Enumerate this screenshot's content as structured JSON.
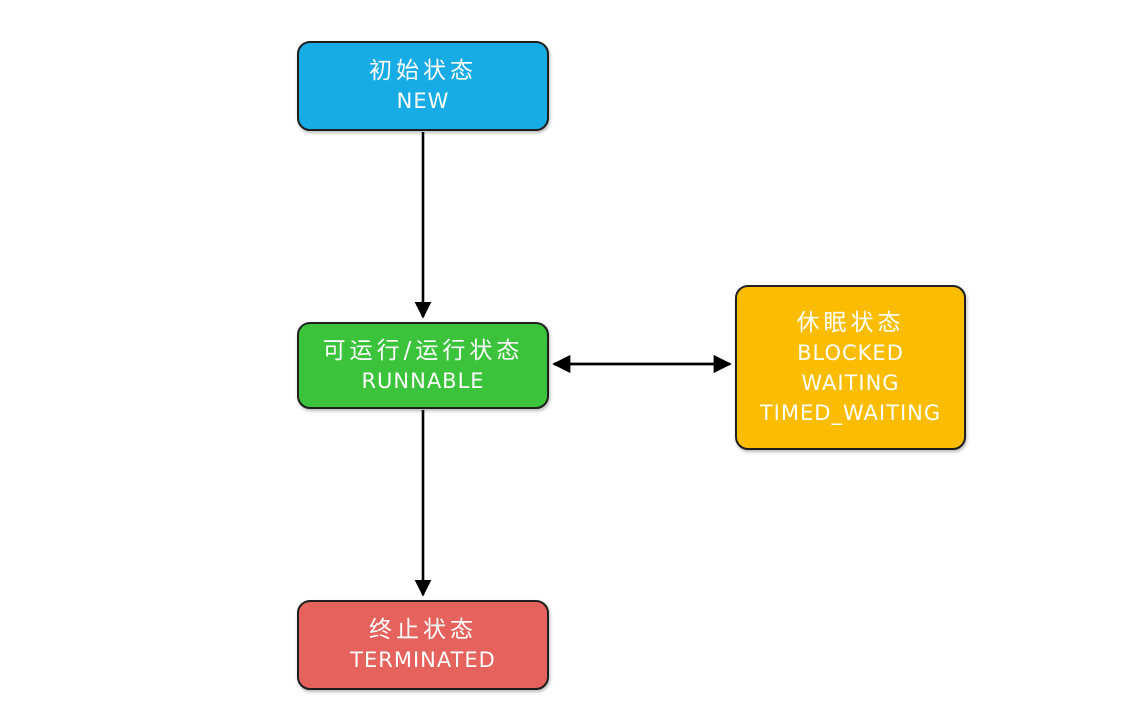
{
  "canvas": {
    "background": "#ffffff",
    "arrow_color": "#000000",
    "node_border_color": "#1f1f1f",
    "node_text_color": "#ffffff"
  },
  "diagram": {
    "nodes": [
      {
        "id": "new",
        "lines": [
          "初始状态",
          "NEW"
        ],
        "color": "#18ace7"
      },
      {
        "id": "runnable",
        "lines": [
          "可运行/运行状态",
          "RUNNABLE"
        ],
        "color": "#3cc33c"
      },
      {
        "id": "sleep",
        "lines": [
          "休眠状态",
          "BLOCKED",
          "WAITING",
          "TIMED_WAITING"
        ],
        "color": "#fcbd01"
      },
      {
        "id": "terminated",
        "lines": [
          "终止状态",
          "TERMINATED"
        ],
        "color": "#e5635c"
      }
    ],
    "edges": [
      {
        "from": "new",
        "to": "runnable",
        "direction": "down"
      },
      {
        "from": "runnable",
        "to": "sleep",
        "direction": "both"
      },
      {
        "from": "runnable",
        "to": "terminated",
        "direction": "down"
      }
    ]
  }
}
